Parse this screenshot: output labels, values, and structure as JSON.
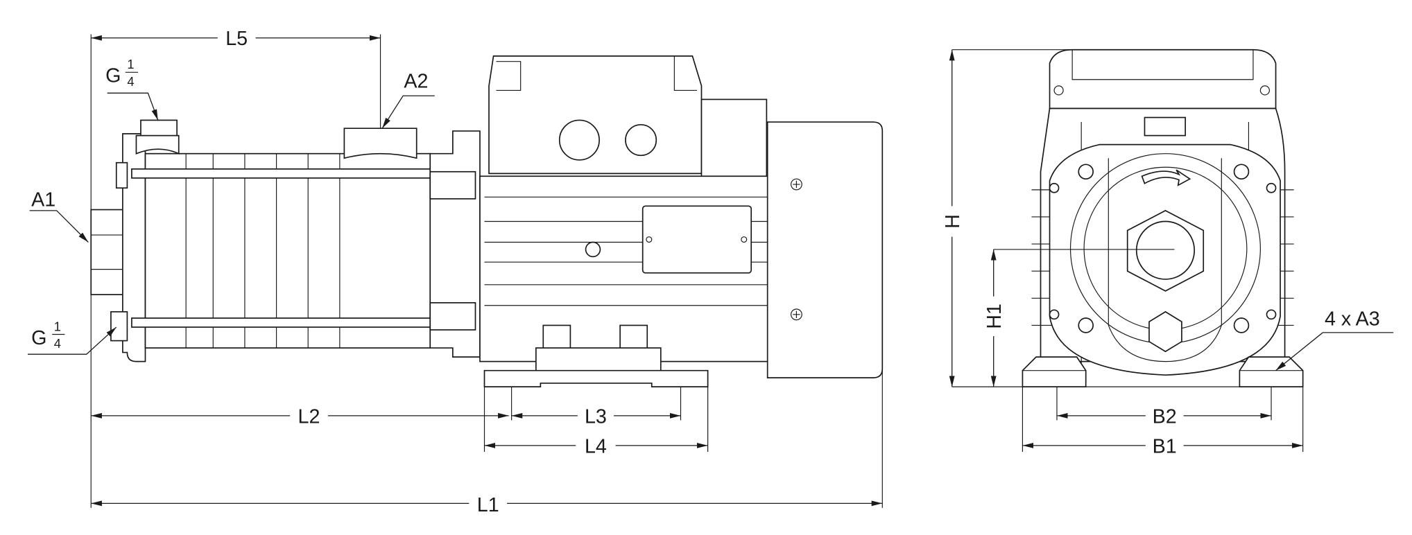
{
  "title": "Pump dimensional drawing",
  "labels": {
    "L1": "L1",
    "L2": "L2",
    "L3": "L3",
    "L4": "L4",
    "L5": "L5",
    "A1": "A1",
    "A2": "A2",
    "A3": "4 x A3",
    "H": "H",
    "H1": "H1",
    "B1": "B1",
    "B2": "B2"
  },
  "g_quarter": {
    "base": "G",
    "num": "1",
    "den": "4"
  },
  "colors": {
    "line": "#1a1a1a",
    "background": "#ffffff"
  }
}
